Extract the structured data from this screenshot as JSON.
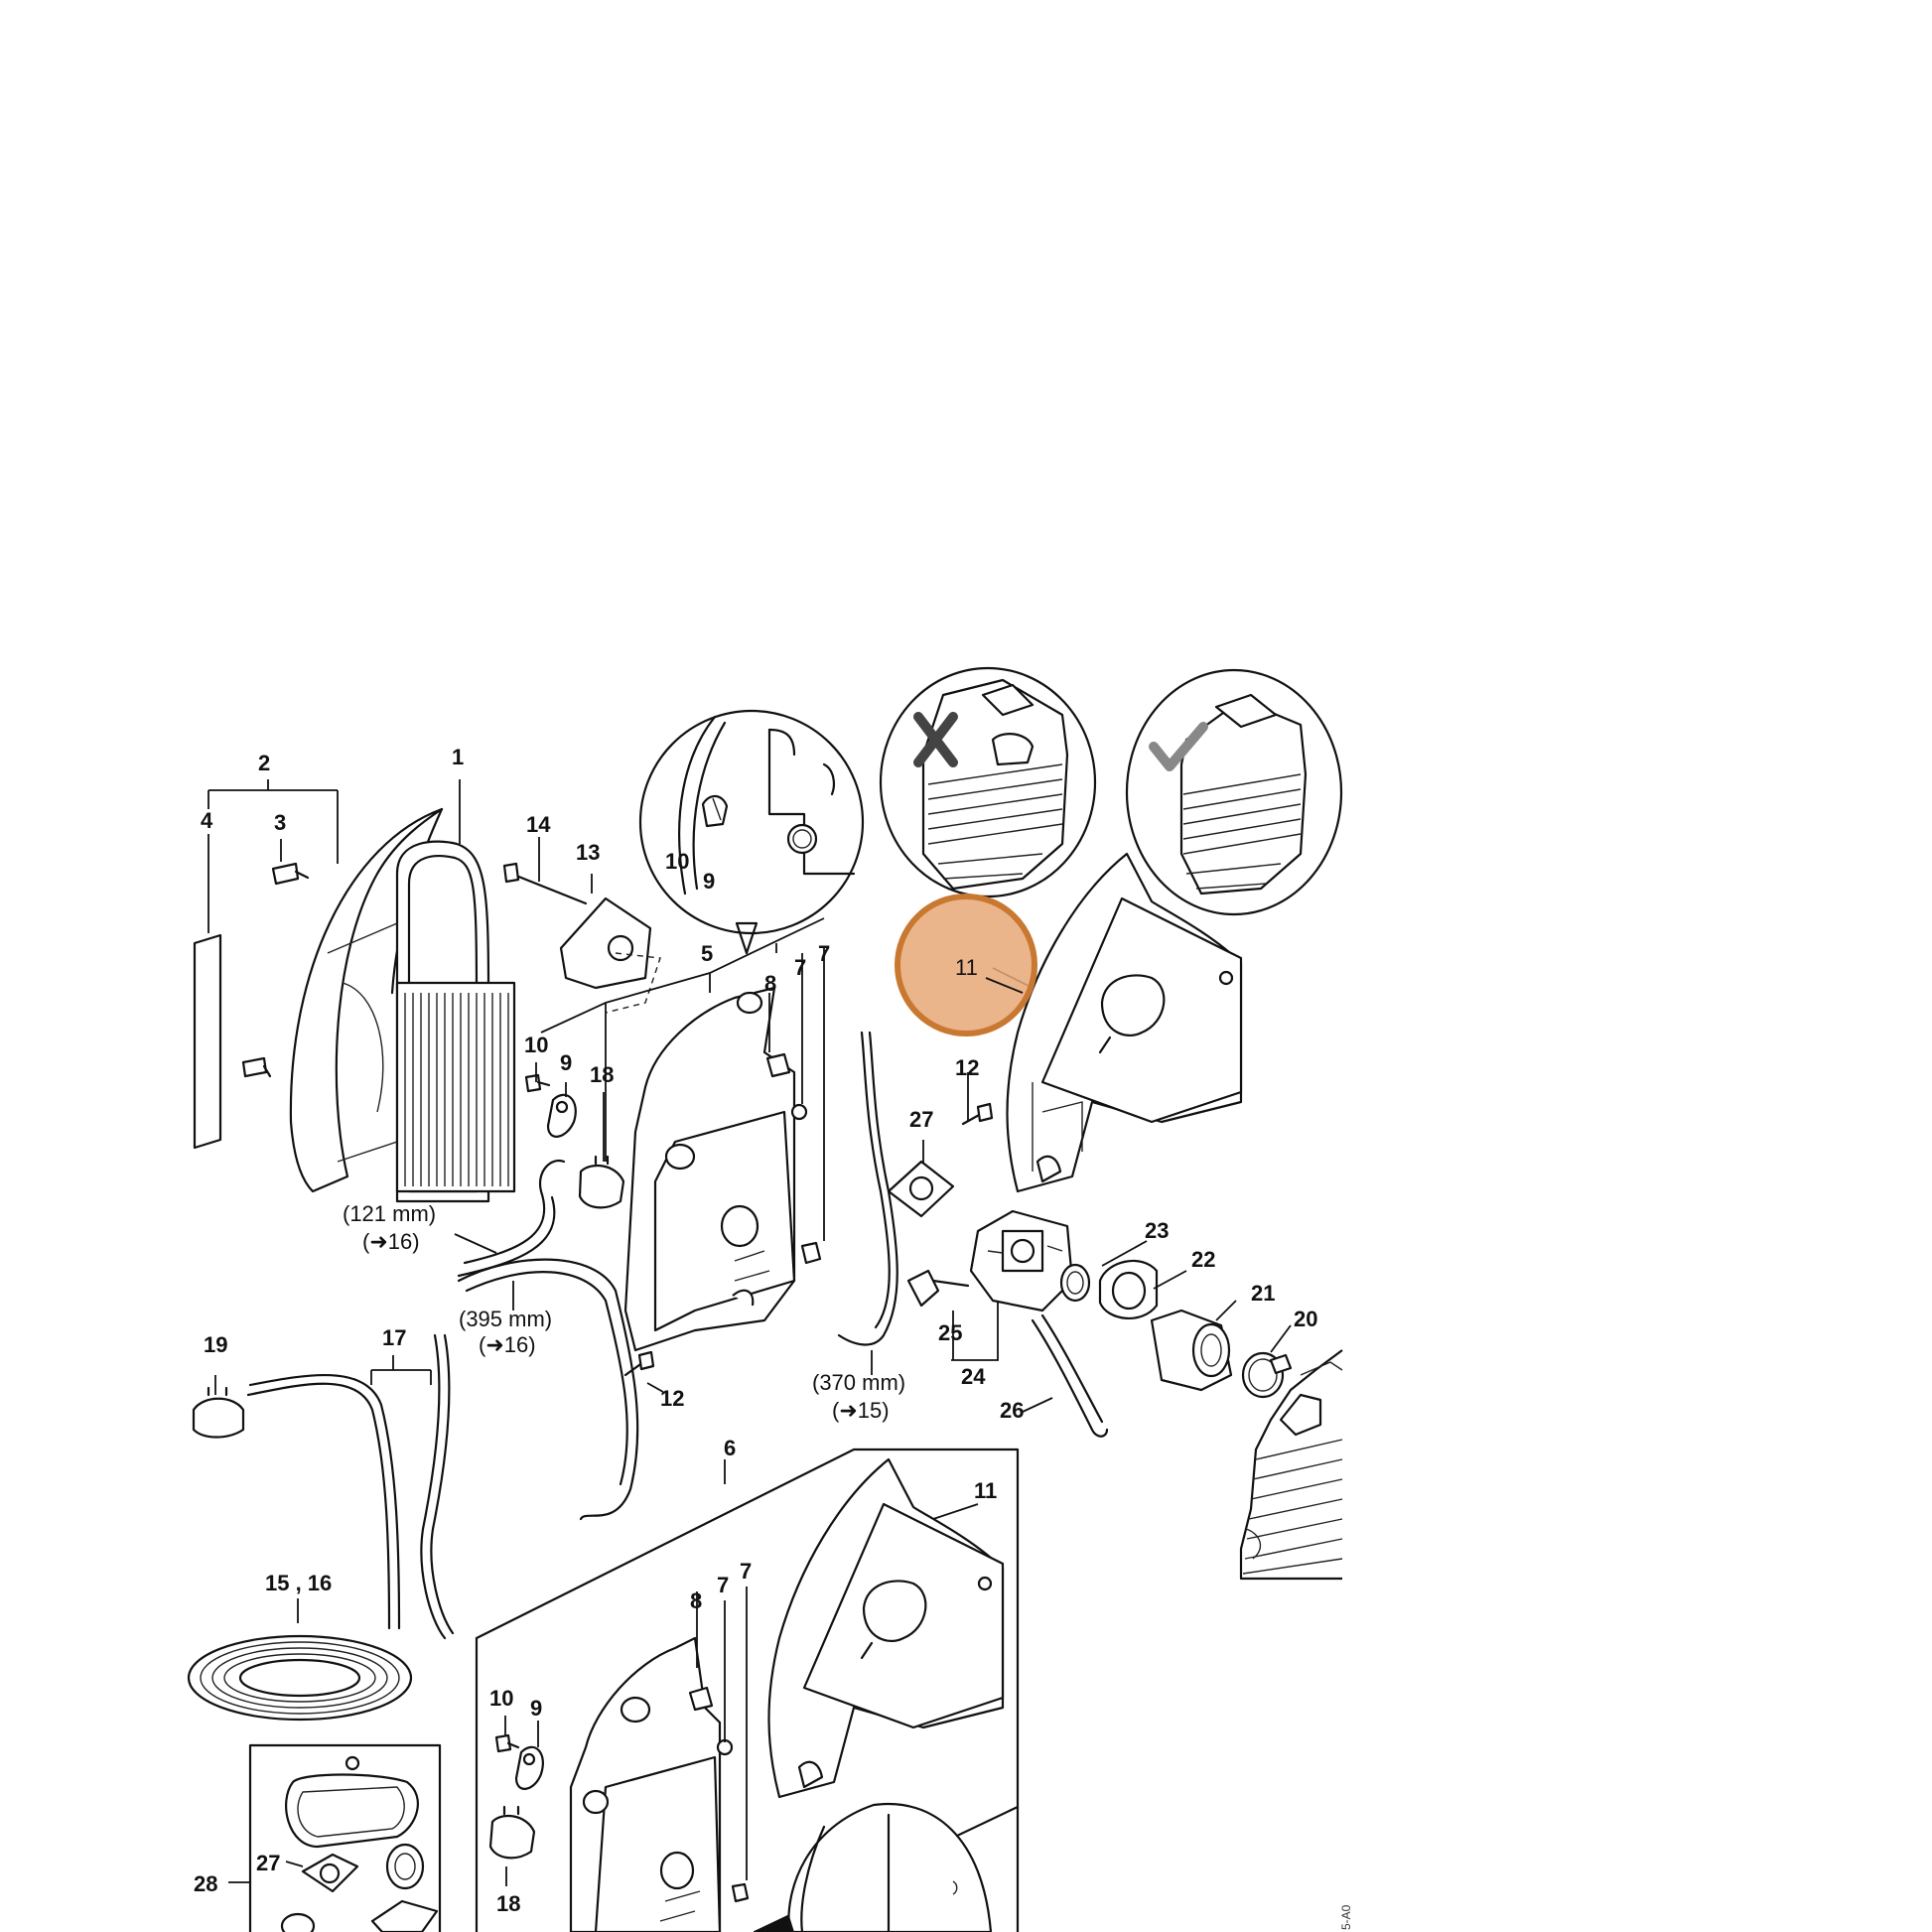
{
  "labels": {
    "n1": "1",
    "n2": "2",
    "n3": "3",
    "n4": "4",
    "n5": "5",
    "n6": "6",
    "n7": "7",
    "n8": "8",
    "n9": "9",
    "n10": "10",
    "n11": "11",
    "n12": "12",
    "n13": "13",
    "n14": "14",
    "n15_16": "15 , 16",
    "n17": "17",
    "n18": "18",
    "n19": "19",
    "n20": "20",
    "n21": "21",
    "n22": "22",
    "n23": "23",
    "n24": "24",
    "n25": "25",
    "n26": "26",
    "n27": "27",
    "n28": "28"
  },
  "notes": {
    "hose_121": "(121 mm)",
    "ref_16a": "(➜16)",
    "hose_395": "(395 mm)",
    "ref_16b": "(➜16)",
    "hose_370": "(370 mm)",
    "ref_15": "(➜15)"
  },
  "highlight": {
    "label": "11",
    "color": "#e8a060",
    "stroke": "#c87830"
  },
  "icons": {
    "wrong": "cross-mark-icon",
    "right": "check-mark-icon"
  },
  "drawing_code": "5-A0",
  "colors": {
    "line": "#111111",
    "background": "#ffffff"
  }
}
